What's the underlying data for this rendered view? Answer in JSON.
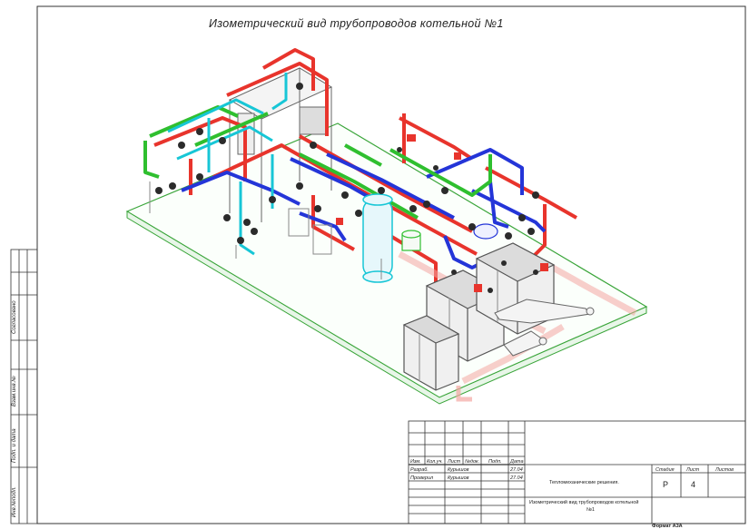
{
  "drawing": {
    "title": "Изометрический вид трубопроводов котельной №1"
  },
  "side_stamp": {
    "agreed": "Согласовано",
    "inv_replace": "Взам.инв.№",
    "sign_date": "Подп. и дата",
    "inv_orig": "Инв.№подл."
  },
  "title_block": {
    "headers": {
      "change": "Изм.",
      "qty": "Кол.уч.",
      "sheet": "Лист",
      "doc": "№док.",
      "sign": "Подп.",
      "date": "Дата"
    },
    "rows": [
      {
        "role": "Разраб.",
        "name": "Курышов",
        "date": "27.04"
      },
      {
        "role": "Проверил",
        "name": "Курышов",
        "date": "27.04"
      }
    ],
    "project_name": "Тепломеханические решения.",
    "sheet_title": "Изометрический вид трубопроводов котельной №1",
    "stage_label": "Стадия",
    "sheet_label": "Лист",
    "sheets_label": "Листов",
    "stage_value": "Р",
    "sheet_value": "4",
    "sheets_value": "",
    "format": "Формат А3А"
  },
  "colors": {
    "supply": "#e8342c",
    "return": "#2435d8",
    "green": "#2fbf2f",
    "cyan": "#17c6d6",
    "platform": "#3aa53a",
    "equipment": "#555555"
  }
}
